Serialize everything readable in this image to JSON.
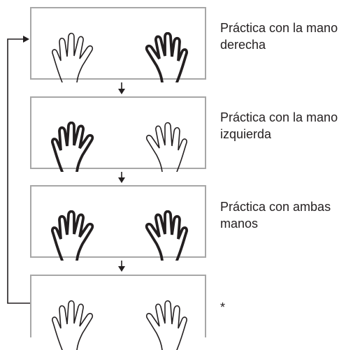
{
  "steps": [
    {
      "label": "Práctica con la mano derecha",
      "emphasis": "right"
    },
    {
      "label": "Práctica con la mano izquierda",
      "emphasis": "left"
    },
    {
      "label": "Práctica con ambas manos",
      "emphasis": "both"
    },
    {
      "label": "*",
      "emphasis": "none"
    }
  ],
  "colors": {
    "frame": "#a7a7a7",
    "line": "#231f20"
  }
}
